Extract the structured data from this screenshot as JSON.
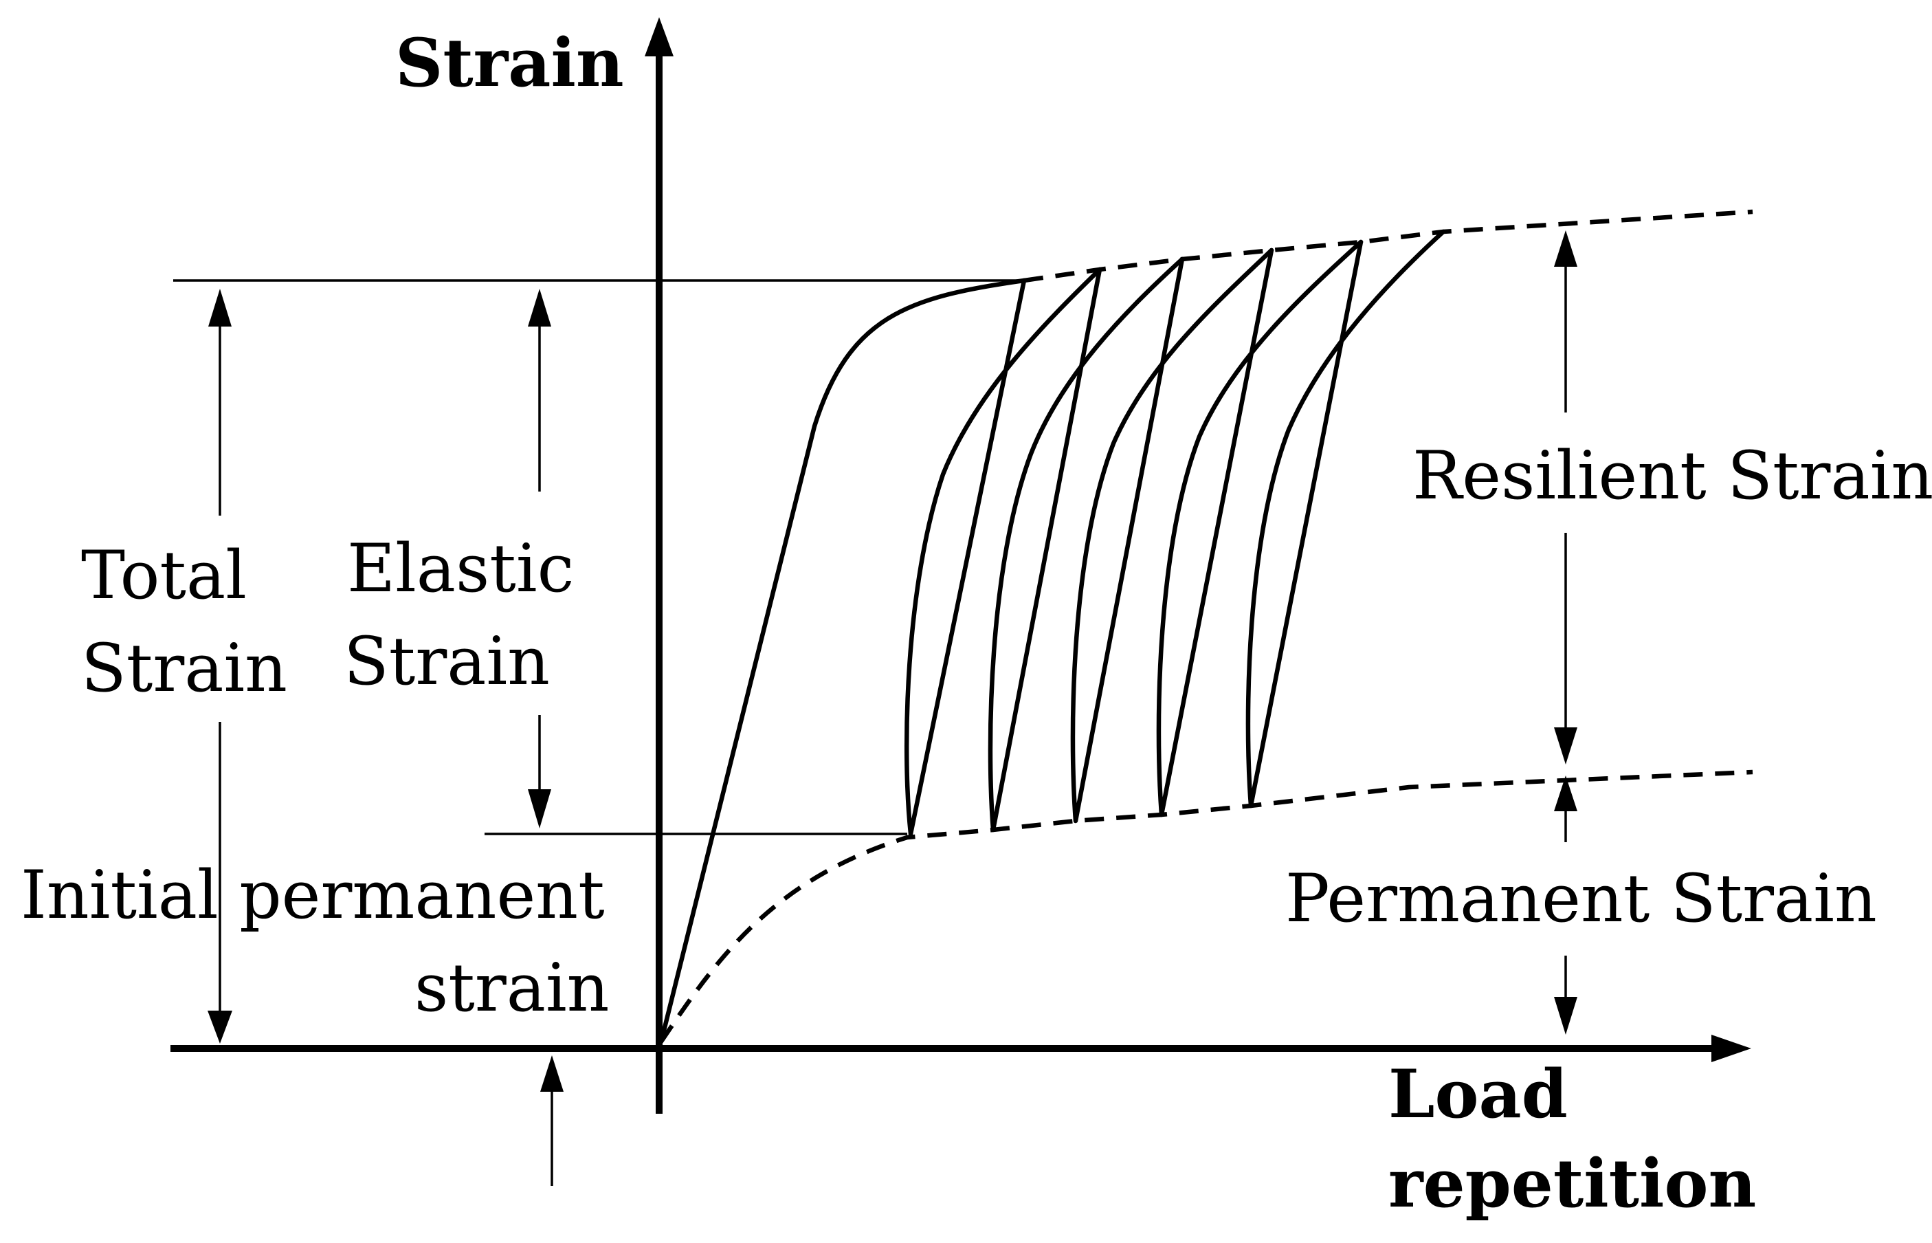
{
  "axes": {
    "y_label": "Strain",
    "x_label_line1": "Load",
    "x_label_line2": "repetition"
  },
  "labels": {
    "total_line1": "Total",
    "total_line2": "Strain",
    "elastic_line1": "Elastic",
    "elastic_line2": "Strain",
    "resilient": "Resilient Strain",
    "permanent": "Permanent Strain",
    "initial_line1": "Initial permanent",
    "initial_line2": "strain"
  }
}
